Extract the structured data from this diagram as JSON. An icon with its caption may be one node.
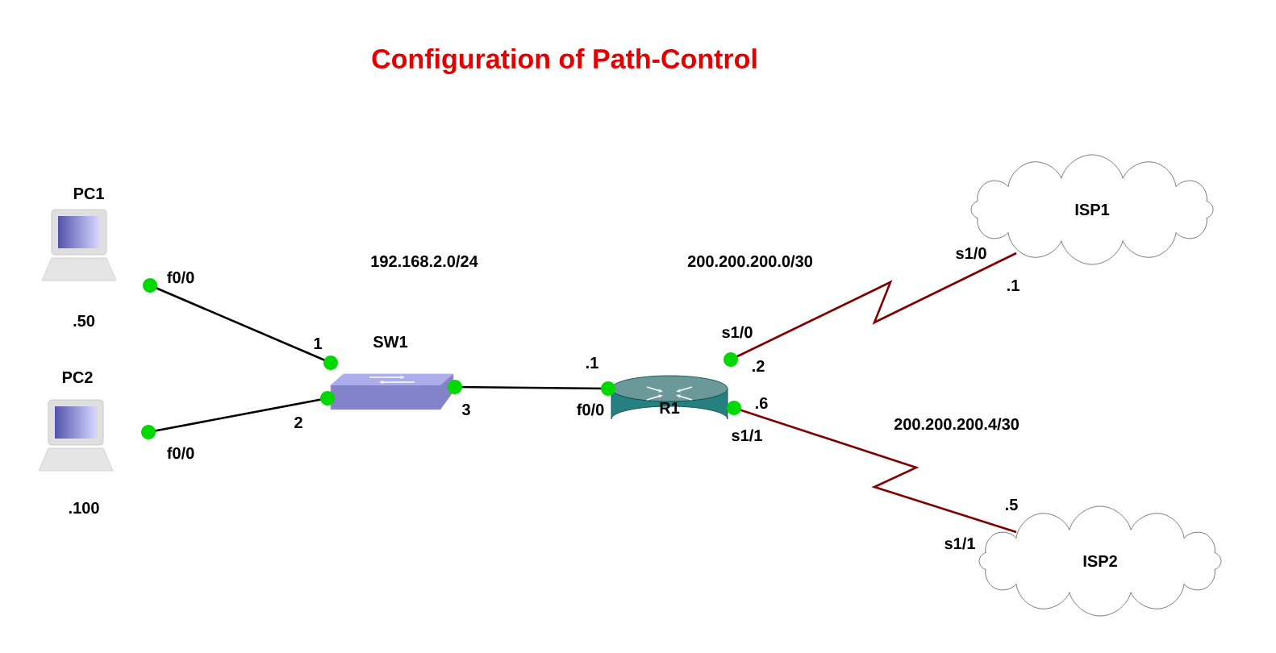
{
  "diagram": {
    "title": "Configuration of Path-Control",
    "nodes": [
      {
        "text": [
          "PC1"
        ],
        "beside": [
          ".50"
        ]
      },
      {
        "text": [
          "PC2"
        ],
        "beside": [
          ".100"
        ]
      },
      {
        "text": [
          "SW1"
        ]
      },
      {
        "text": [
          "R1"
        ]
      },
      {
        "text": [
          "ISP1"
        ]
      },
      {
        "text": [
          "ISP2"
        ]
      }
    ],
    "edges": [
      {
        "from": 0,
        "to": 2,
        "arrow": "none"
      },
      {
        "from": 1,
        "to": 2,
        "arrow": "none"
      },
      {
        "from": 2,
        "to": 3,
        "arrow": "none"
      },
      {
        "from": 3,
        "to": 4,
        "arrow": "none",
        "color": "#800000"
      },
      {
        "from": 3,
        "to": 5,
        "arrow": "none",
        "color": "#800000"
      }
    ],
    "labels": [
      "f0/0",
      "192.168.2.0/24",
      "1",
      "2",
      "3",
      "f0/0",
      ".1",
      "f0/0",
      "200.200.200.0/30",
      "s1/0",
      ".1",
      "s1/0",
      ".2",
      ".6",
      "s1/1",
      "200.200.200.4/30",
      ".5",
      "s1/1"
    ]
  }
}
